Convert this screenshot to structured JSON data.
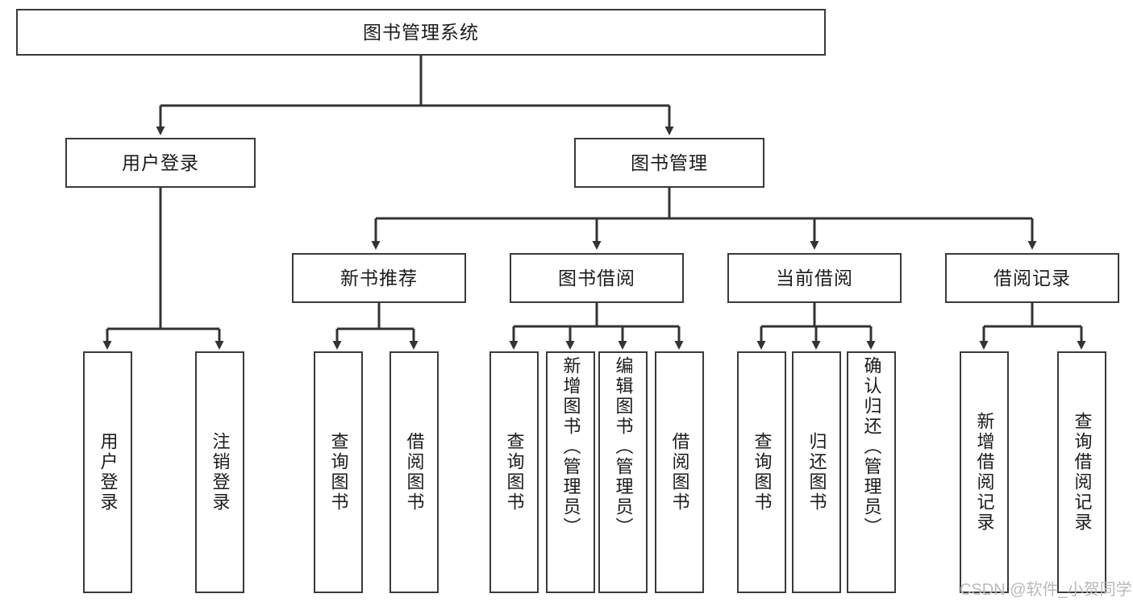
{
  "diagram": {
    "title": "图书管理系统",
    "watermark": "CSDN @软件_小贺同学",
    "colors": {
      "box_border": "#3a3a3a",
      "connector": "#333333",
      "background": "#ffffff",
      "text": "#1b1b1b",
      "watermark": "#b9b9b9"
    },
    "root": {
      "label": "图书管理系统"
    },
    "level2": [
      {
        "label": "用户登录"
      },
      {
        "label": "图书管理"
      }
    ],
    "level3": [
      {
        "label": "新书推荐"
      },
      {
        "label": "图书借阅"
      },
      {
        "label": "当前借阅"
      },
      {
        "label": "借阅记录"
      }
    ],
    "leaves": {
      "user_login": [
        {
          "label": "用户登录"
        },
        {
          "label": "注销登录"
        }
      ],
      "new_book_recommend": [
        {
          "label": "查询图书"
        },
        {
          "label": "借阅图书"
        }
      ],
      "book_borrow": [
        {
          "label": "查询图书"
        },
        {
          "label": "新增图书（管理员）"
        },
        {
          "label": "编辑图书（管理员）"
        },
        {
          "label": "借阅图书"
        }
      ],
      "current_borrow": [
        {
          "label": "查询图书"
        },
        {
          "label": "归还图书"
        },
        {
          "label": "确认归还（管理员）"
        }
      ],
      "borrow_record": [
        {
          "label": "新增借阅记录"
        },
        {
          "label": "查询借阅记录"
        }
      ]
    }
  },
  "chart_data": {
    "type": "tree-diagram",
    "title": "图书管理系统",
    "nodes": [
      {
        "id": "root",
        "label": "图书管理系统",
        "level": 0,
        "parent": null
      },
      {
        "id": "n-user-login",
        "label": "用户登录",
        "level": 1,
        "parent": "root"
      },
      {
        "id": "n-book-manage",
        "label": "图书管理",
        "level": 1,
        "parent": "root"
      },
      {
        "id": "n-new-book",
        "label": "新书推荐",
        "level": 2,
        "parent": "n-book-manage"
      },
      {
        "id": "n-book-borrow",
        "label": "图书借阅",
        "level": 2,
        "parent": "n-book-manage"
      },
      {
        "id": "n-current-borrow",
        "label": "当前借阅",
        "level": 2,
        "parent": "n-book-manage"
      },
      {
        "id": "n-borrow-record",
        "label": "借阅记录",
        "level": 2,
        "parent": "n-book-manage"
      },
      {
        "id": "l-user-login",
        "label": "用户登录",
        "level": 3,
        "parent": "n-user-login"
      },
      {
        "id": "l-logout",
        "label": "注销登录",
        "level": 3,
        "parent": "n-user-login"
      },
      {
        "id": "l-nb-query",
        "label": "查询图书",
        "level": 3,
        "parent": "n-new-book"
      },
      {
        "id": "l-nb-borrow",
        "label": "借阅图书",
        "level": 3,
        "parent": "n-new-book"
      },
      {
        "id": "l-bb-query",
        "label": "查询图书",
        "level": 3,
        "parent": "n-book-borrow"
      },
      {
        "id": "l-bb-add",
        "label": "新增图书（管理员）",
        "level": 3,
        "parent": "n-book-borrow"
      },
      {
        "id": "l-bb-edit",
        "label": "编辑图书（管理员）",
        "level": 3,
        "parent": "n-book-borrow"
      },
      {
        "id": "l-bb-borrow",
        "label": "借阅图书",
        "level": 3,
        "parent": "n-book-borrow"
      },
      {
        "id": "l-cb-query",
        "label": "查询图书",
        "level": 3,
        "parent": "n-current-borrow"
      },
      {
        "id": "l-cb-return",
        "label": "归还图书",
        "level": 3,
        "parent": "n-current-borrow"
      },
      {
        "id": "l-cb-confirm",
        "label": "确认归还（管理员）",
        "level": 3,
        "parent": "n-current-borrow"
      },
      {
        "id": "l-br-add",
        "label": "新增借阅记录",
        "level": 3,
        "parent": "n-borrow-record"
      },
      {
        "id": "l-br-query",
        "label": "查询借阅记录",
        "level": 3,
        "parent": "n-borrow-record"
      }
    ]
  }
}
